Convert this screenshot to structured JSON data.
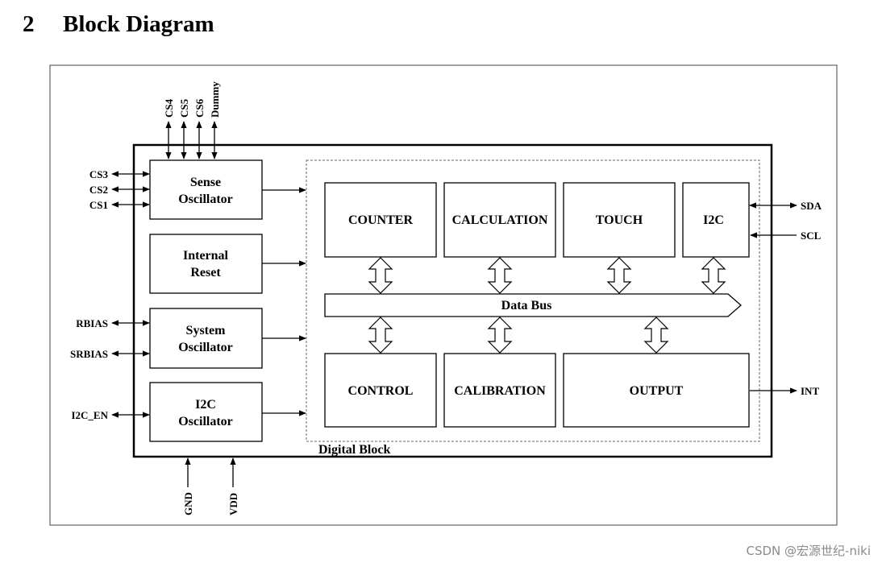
{
  "section": {
    "number": "2",
    "title": "Block Diagram"
  },
  "diagram": {
    "top_pins": [
      "CS4",
      "CS5",
      "CS6",
      "Dummy"
    ],
    "left_pins": {
      "cs3": "CS3",
      "cs2": "CS2",
      "cs1": "CS1",
      "rbias": "RBIAS",
      "srbias": "SRBIAS",
      "i2c_en": "I2C_EN"
    },
    "bottom_pins": [
      "GND",
      "VDD"
    ],
    "right_pins": {
      "sda": "SDA",
      "scl": "SCL",
      "int": "INT"
    },
    "left_blocks": {
      "sense": [
        "Sense",
        "Oscillator"
      ],
      "reset": [
        "Internal",
        "Reset"
      ],
      "system": [
        "System",
        "Oscillator"
      ],
      "i2c": [
        "I2C",
        "Oscillator"
      ]
    },
    "digital_blocks": {
      "counter": "COUNTER",
      "calculation": "CALCULATION",
      "touch": "TOUCH",
      "i2c": "I2C",
      "control": "CONTROL",
      "calibration": "CALIBRATION",
      "output": "OUTPUT"
    },
    "data_bus": "Data Bus",
    "digital_block_label": "Digital Block"
  },
  "watermark": "CSDN @宏源世纪-niki"
}
